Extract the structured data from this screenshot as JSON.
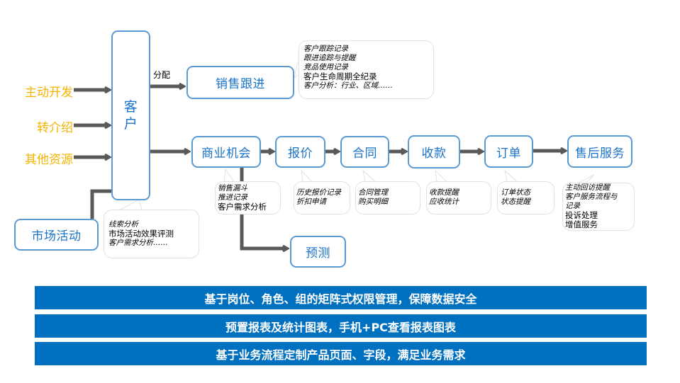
{
  "sources": [
    {
      "label": "主动开发"
    },
    {
      "label": "转介绍"
    },
    {
      "label": "其他资源"
    }
  ],
  "customer": {
    "label_chars": [
      "客",
      "户"
    ]
  },
  "market_activity": {
    "label": "市场活动"
  },
  "assign_label": "分配",
  "sales_followup": {
    "label": "销售跟进",
    "notes": [
      {
        "text": "客户跟踪记录",
        "italic": true
      },
      {
        "text": "跟进追踪与提醒",
        "italic": true
      },
      {
        "text": "竞品使用记录",
        "italic": true
      },
      {
        "text": "客户生命周期全纪录",
        "italic": false
      },
      {
        "text": "客户分析：行业、区域……",
        "italic": true
      }
    ]
  },
  "market_notes": [
    {
      "text": "线索分析",
      "italic": true
    },
    {
      "text": "市场活动效果评测",
      "italic": false
    },
    {
      "text": "客户需求分析……",
      "italic": true
    }
  ],
  "pipeline": [
    {
      "label": "商业机会",
      "notes": [
        {
          "text": "销售漏斗",
          "italic": true
        },
        {
          "text": "推进记录",
          "italic": true
        },
        {
          "text": "客户需求分析",
          "italic": false
        }
      ]
    },
    {
      "label": "报价",
      "notes": [
        {
          "text": "历史报价记录",
          "italic": true
        },
        {
          "text": "折扣申请",
          "italic": true
        }
      ]
    },
    {
      "label": "合同",
      "notes": [
        {
          "text": "合同管理",
          "italic": true
        },
        {
          "text": "购买明细",
          "italic": true
        }
      ]
    },
    {
      "label": "收款",
      "notes": [
        {
          "text": "收款提醒",
          "italic": true
        },
        {
          "text": "应收统计",
          "italic": true
        }
      ]
    },
    {
      "label": "订单",
      "notes": [
        {
          "text": "订单状态",
          "italic": true
        },
        {
          "text": "状态提醒",
          "italic": true
        }
      ]
    },
    {
      "label": "售后服务",
      "notes": [
        {
          "text": "主动回访提醒",
          "italic": true
        },
        {
          "text": "客户服务流程与",
          "italic": true
        },
        {
          "text": "记录",
          "italic": true
        },
        {
          "text": "投诉处理",
          "italic": false
        },
        {
          "text": "增值服务",
          "italic": false
        }
      ]
    }
  ],
  "forecast": {
    "label": "预测"
  },
  "banners": [
    {
      "text": "基于岗位、角色、组的矩阵式权限管理，保障数据安全"
    },
    {
      "text": "预置报表及统计图表，手机+PC查看报表图表"
    },
    {
      "text": "基于业务流程定制产品页面、字段，满足业务需求"
    }
  ],
  "colors": {
    "node_border": "#5b9bd5",
    "node_text": "#1a73c8",
    "source_text": "#f5b400",
    "arrow": "#595959",
    "banner_bg": "#0070c0",
    "banner_text": "#ffffff"
  }
}
